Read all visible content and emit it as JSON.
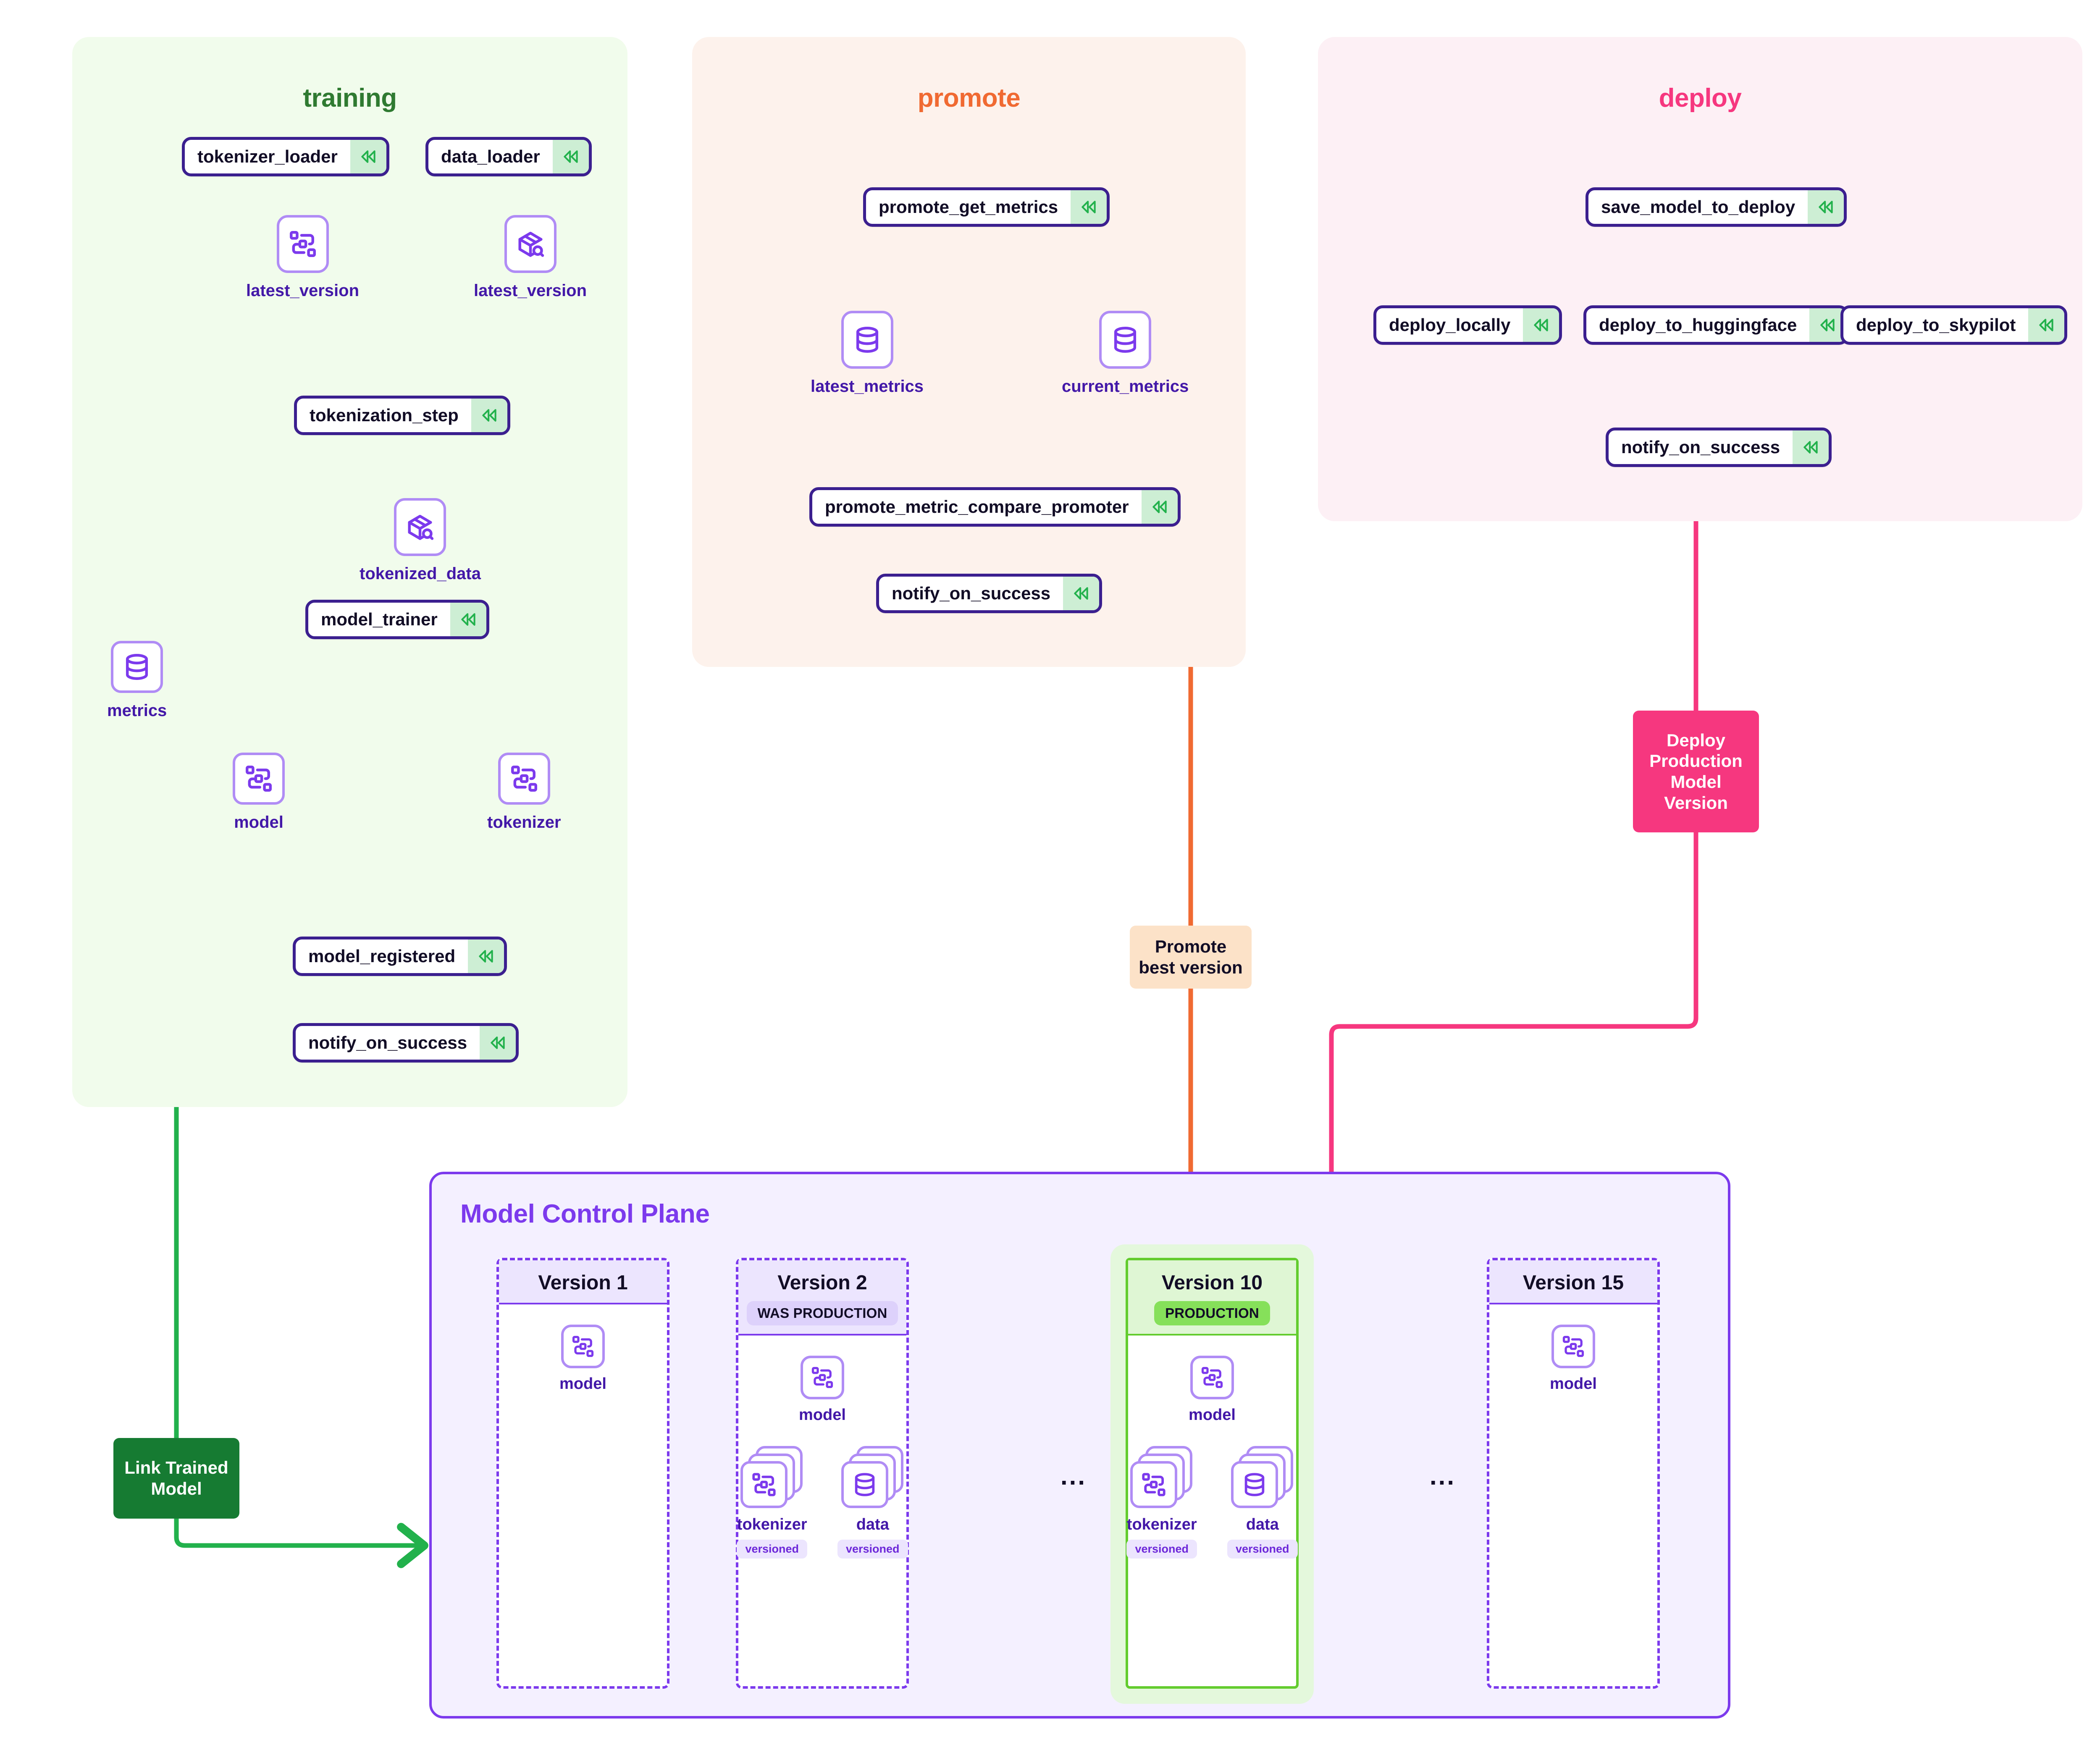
{
  "diagram": {
    "title_training": "training",
    "title_promote": "promote",
    "title_deploy": "deploy",
    "mcp_title": "Model Control Plane",
    "ellipsis": "...",
    "colors": {
      "training_accent": "#2f7a31",
      "promote_accent": "#f06a32",
      "deploy_accent": "#f6377f",
      "mcp_accent": "#7c3aed",
      "step_border": "#3b1f8f",
      "badge_bg": "#cdeed4",
      "badge_glyph": "#22b14c",
      "artifact_border": "#b08cf5",
      "artifact_glyph": "#7c3aed",
      "production_green": "#63cc2e",
      "link_chip": "#167b32",
      "promote_chip": "#fce2c8",
      "deploy_chip": "#f6377f",
      "edge_gray": "#c6cbd4"
    }
  },
  "training": {
    "steps": {
      "tokenizer_loader": "tokenizer_loader",
      "data_loader": "data_loader",
      "tokenization_step": "tokenization_step",
      "model_trainer": "model_trainer",
      "model_registered": "model_registered",
      "notify_on_success": "notify_on_success"
    },
    "artifacts": {
      "latest_version_tokenizer": "latest_version",
      "latest_version_data": "latest_version",
      "tokenized_data": "tokenized_data",
      "metrics": "metrics",
      "model": "model",
      "tokenizer": "tokenizer"
    }
  },
  "promote": {
    "steps": {
      "promote_get_metrics": "promote_get_metrics",
      "promote_metric_compare_promoter": "promote_metric_compare_promoter",
      "notify_on_success": "notify_on_success"
    },
    "artifacts": {
      "latest_metrics": "latest_metrics",
      "current_metrics": "current_metrics"
    }
  },
  "deploy": {
    "steps": {
      "save_model_to_deploy": "save_model_to_deploy",
      "deploy_locally": "deploy_locally",
      "deploy_to_huggingface": "deploy_to_huggingface",
      "deploy_to_skypilot": "deploy_to_skypilot",
      "notify_on_success": "notify_on_success"
    }
  },
  "connectors": {
    "promote_best_version": "Promote\nbest version",
    "deploy_production_model_version": "Deploy\nProduction\nModel\nVersion",
    "link_trained_model": "Link Trained\nModel"
  },
  "mcp": {
    "versions": [
      {
        "title": "Version 1",
        "badge": "",
        "production": false,
        "slots": [
          {
            "label": "model",
            "icon": "model-icon",
            "stacked": false,
            "tag": ""
          }
        ]
      },
      {
        "title": "Version 2",
        "badge": "WAS PRODUCTION",
        "production": false,
        "slots": [
          {
            "label": "model",
            "icon": "model-icon",
            "stacked": false,
            "tag": ""
          },
          {
            "label": "tokenizer",
            "icon": "model-icon",
            "stacked": true,
            "tag": "versioned"
          },
          {
            "label": "data",
            "icon": "database-icon",
            "stacked": true,
            "tag": "versioned"
          }
        ]
      },
      {
        "title": "Version 10",
        "badge": "PRODUCTION",
        "production": true,
        "slots": [
          {
            "label": "model",
            "icon": "model-icon",
            "stacked": false,
            "tag": ""
          },
          {
            "label": "tokenizer",
            "icon": "model-icon",
            "stacked": true,
            "tag": "versioned"
          },
          {
            "label": "data",
            "icon": "database-icon",
            "stacked": true,
            "tag": "versioned"
          }
        ]
      },
      {
        "title": "Version 15",
        "badge": "",
        "production": false,
        "slots": [
          {
            "label": "model",
            "icon": "model-icon",
            "stacked": false,
            "tag": ""
          }
        ]
      }
    ]
  }
}
